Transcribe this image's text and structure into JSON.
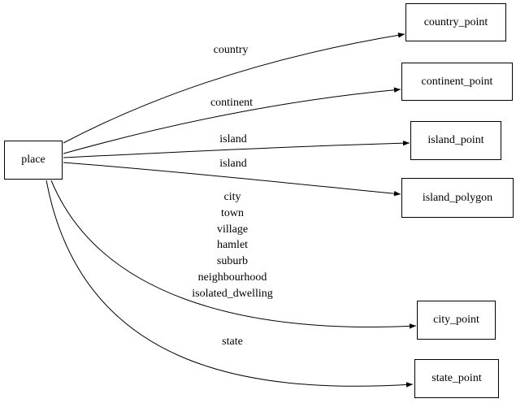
{
  "diagram": {
    "background_color": "#ffffff",
    "stroke_color": "#000000",
    "nodes": [
      {
        "id": "place",
        "label": "place"
      },
      {
        "id": "country_point",
        "label": "country_point"
      },
      {
        "id": "continent_point",
        "label": "continent_point"
      },
      {
        "id": "island_point",
        "label": "island_point"
      },
      {
        "id": "island_polygon",
        "label": "island_polygon"
      },
      {
        "id": "city_point",
        "label": "city_point"
      },
      {
        "id": "state_point",
        "label": "state_point"
      }
    ],
    "edges": [
      {
        "from": "place",
        "to": "country_point",
        "label": "country"
      },
      {
        "from": "place",
        "to": "continent_point",
        "label": "continent"
      },
      {
        "from": "place",
        "to": "island_point",
        "label": "island"
      },
      {
        "from": "place",
        "to": "island_polygon",
        "label": "island"
      },
      {
        "from": "place",
        "to": "city_point",
        "label": "city\ntown\nvillage\nhamlet\nsuburb\nneighbourhood\nisolated_dwelling"
      },
      {
        "from": "place",
        "to": "state_point",
        "label": "state"
      }
    ]
  }
}
